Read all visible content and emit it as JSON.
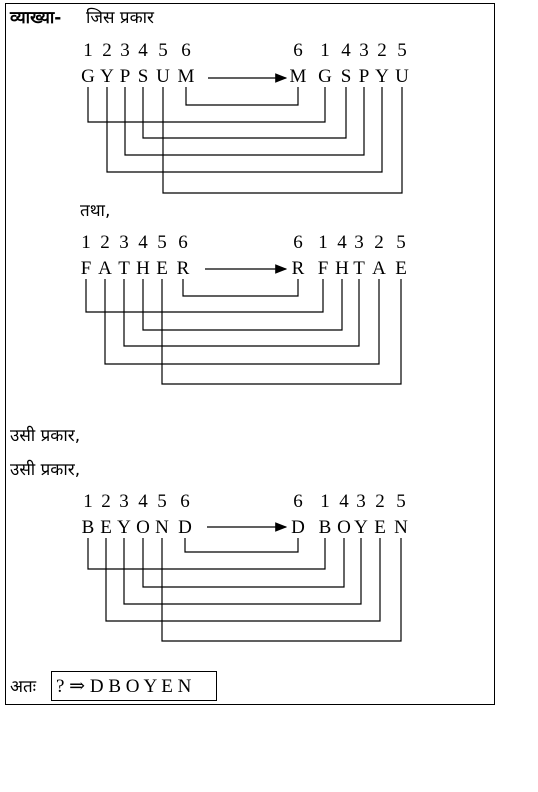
{
  "explanation_label": "व्याख्या-",
  "intro": "जिस प्रकार",
  "tatha": "तथा,",
  "usi_prakar_1": "उसी प्रकार,",
  "usi_prakar_2": "उसी प्रकार,",
  "ata": "अतः",
  "answer_text": "? ⇒ D B O Y E N",
  "examples": [
    {
      "left_numbers": [
        "1",
        "2",
        "3",
        "4",
        "5",
        "6"
      ],
      "right_numbers": [
        "6",
        "1",
        "4",
        "3",
        "2",
        "5"
      ],
      "left_letters": [
        "G",
        "Y",
        "P",
        "S",
        "U",
        "M"
      ],
      "right_letters": [
        "M",
        "G",
        "S",
        "P",
        "Y",
        "U"
      ]
    },
    {
      "left_numbers": [
        "1",
        "2",
        "3",
        "4",
        "5",
        "6"
      ],
      "right_numbers": [
        "6",
        "1",
        "4",
        "3",
        "2",
        "5"
      ],
      "left_letters": [
        "F",
        "A",
        "T",
        "H",
        "E",
        "R"
      ],
      "right_letters": [
        "R",
        "F",
        "H",
        "T",
        "A",
        "E"
      ]
    },
    {
      "left_numbers": [
        "1",
        "2",
        "3",
        "4",
        "5",
        "6"
      ],
      "right_numbers": [
        "6",
        "1",
        "4",
        "3",
        "2",
        "5"
      ],
      "left_letters": [
        "B",
        "E",
        "Y",
        "O",
        "N",
        "D"
      ],
      "right_letters": [
        "D",
        "B",
        "O",
        "Y",
        "E",
        "N"
      ]
    }
  ]
}
